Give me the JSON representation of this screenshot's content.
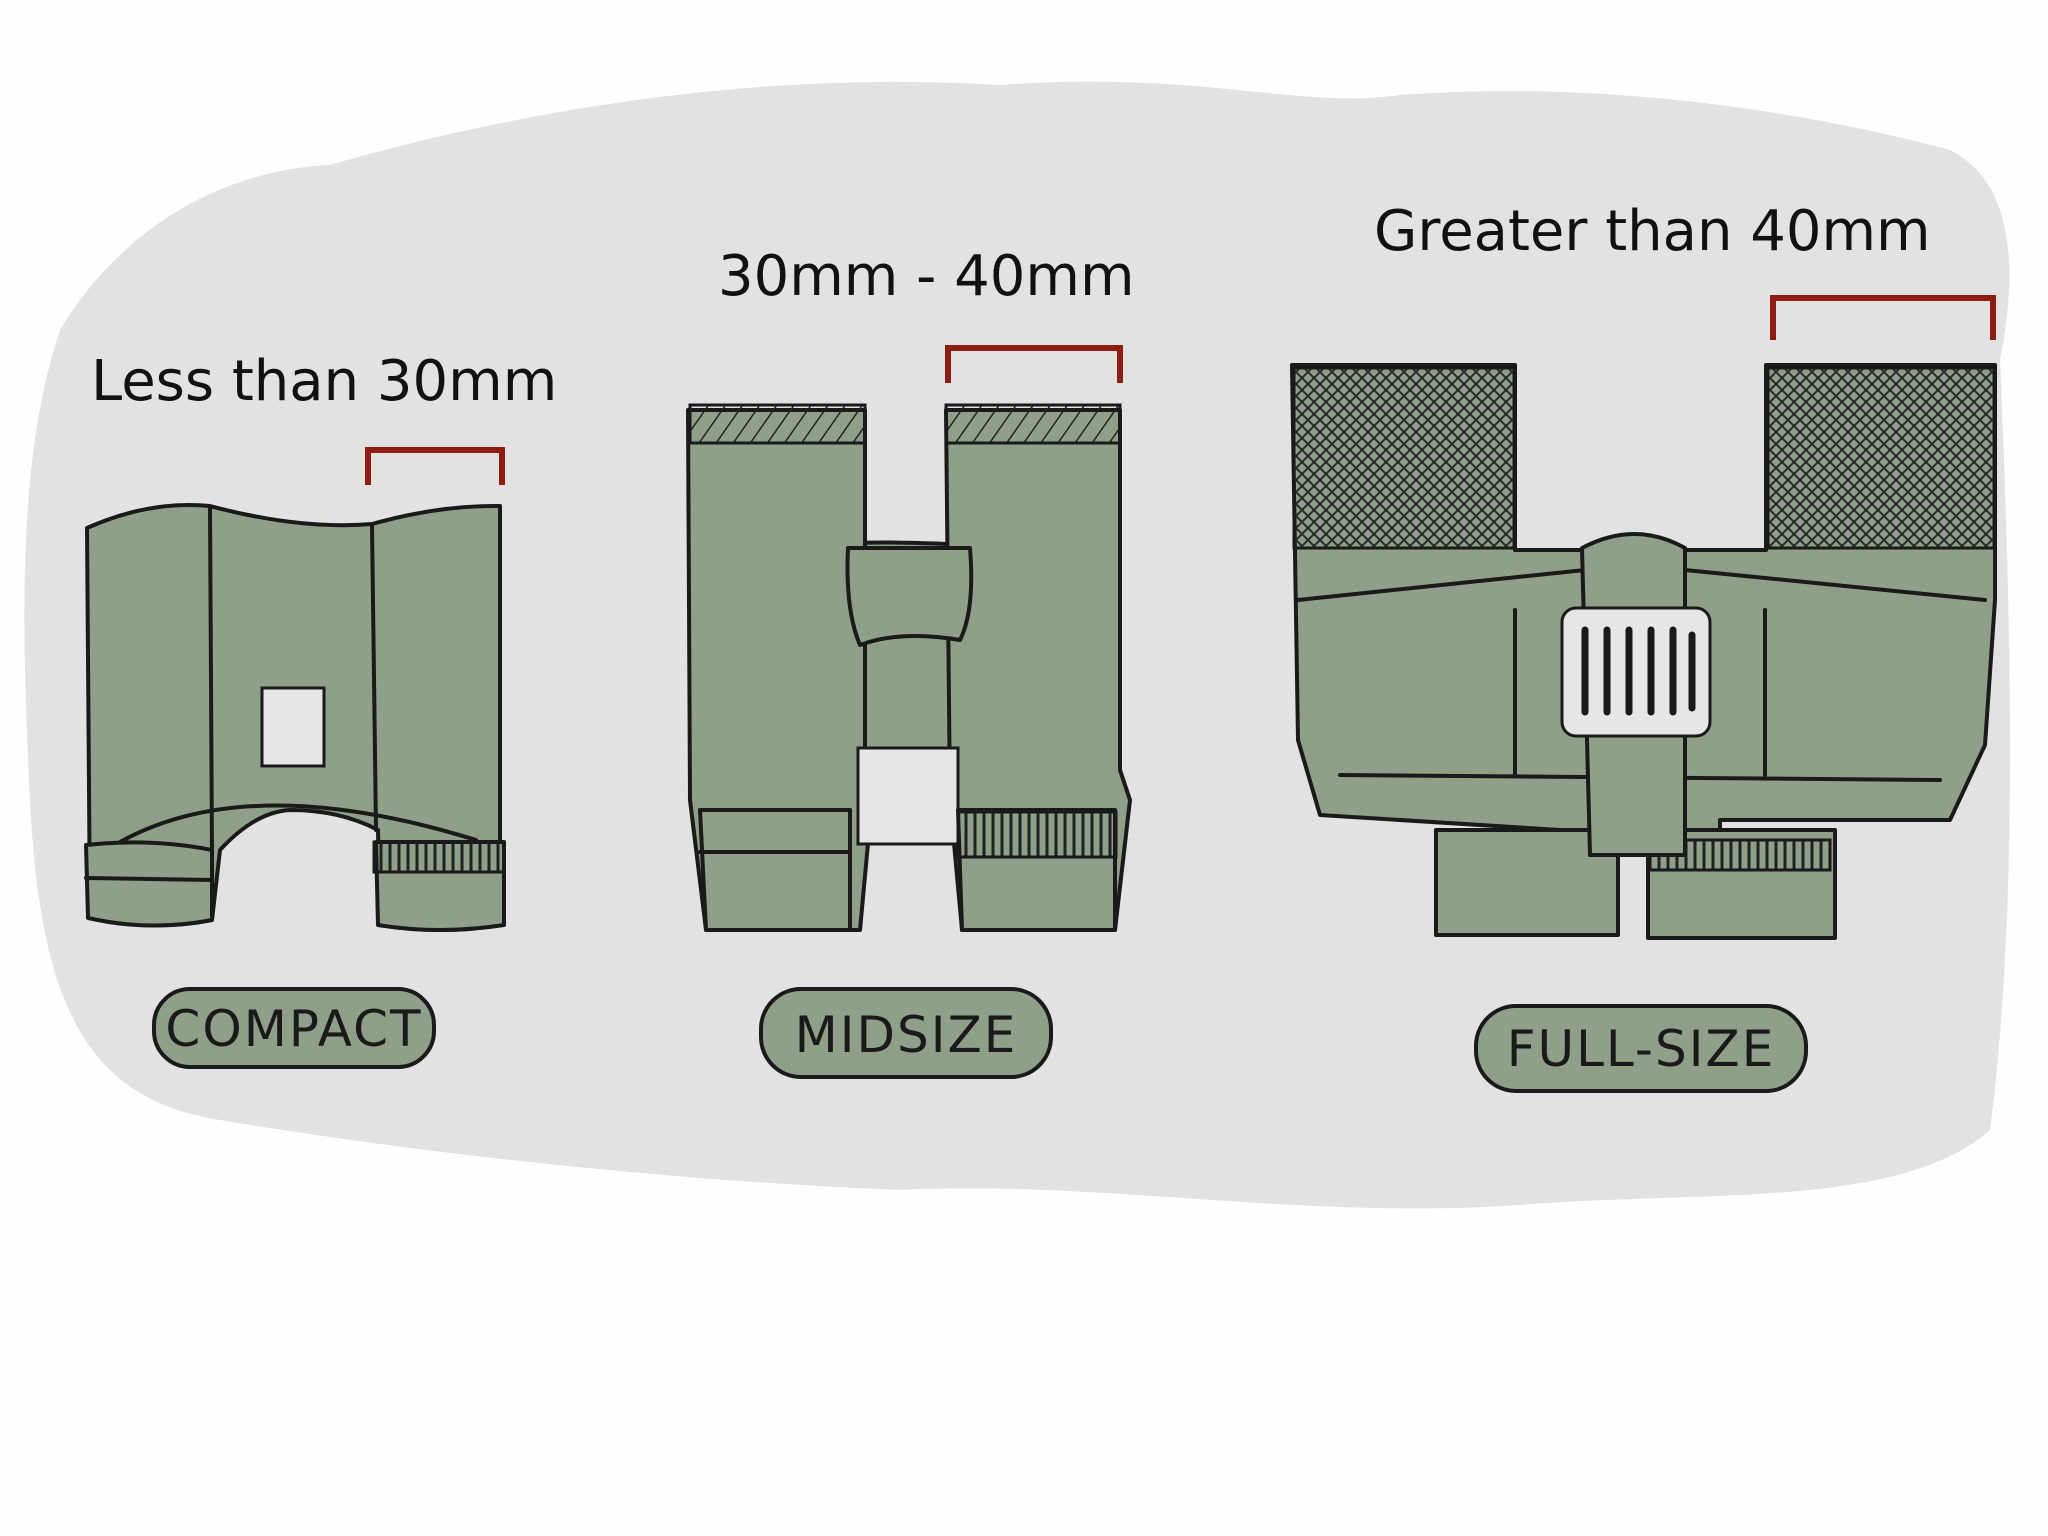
{
  "categories": [
    {
      "size_label": "Less than 30mm",
      "badge": "COMPACT"
    },
    {
      "size_label": "30mm - 40mm",
      "badge": "MIDSIZE"
    },
    {
      "size_label": "Greater than 40mm",
      "badge": "FULL-SIZE"
    }
  ],
  "colors": {
    "background_blob": "#e2e2e2",
    "binocular_fill": "#8f9f89",
    "bracket": "#8c1d10",
    "outline": "#1a1a1a"
  }
}
